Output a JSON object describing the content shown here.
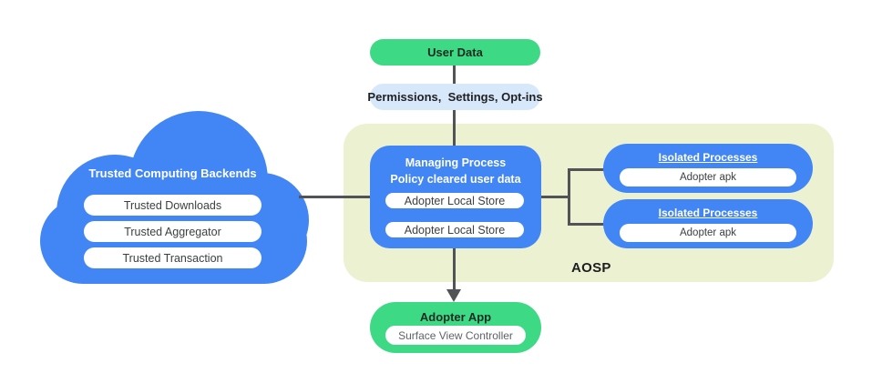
{
  "colors": {
    "blue": "#4285f4",
    "green": "#3ed985",
    "light_blue": "#d7e8fa",
    "aosp_background": "#ecf2d1",
    "connector_line": "#515356",
    "white": "#ffffff",
    "dark_text": "#202124"
  },
  "flow": {
    "user_data": {
      "label": "User Data"
    },
    "permissions": {
      "label": "Permissions,  Settings, Opt-ins"
    },
    "cloud": {
      "title": "Trusted Computing Backends",
      "items": [
        "Trusted Downloads",
        "Trusted Aggregator",
        "Trusted Transaction"
      ]
    },
    "aosp": {
      "label": "AOSP",
      "managing": {
        "title_line1": "Managing Process",
        "title_line2": "Policy cleared user data",
        "stores": [
          "Adopter Local Store",
          "Adopter Local Store"
        ]
      },
      "isolated": [
        {
          "title": "Isolated Processes",
          "item": "Adopter apk"
        },
        {
          "title": "Isolated Processes",
          "item": "Adopter apk"
        }
      ]
    },
    "adopter_app": {
      "title": "Adopter App",
      "item": "Surface View Controller"
    }
  }
}
